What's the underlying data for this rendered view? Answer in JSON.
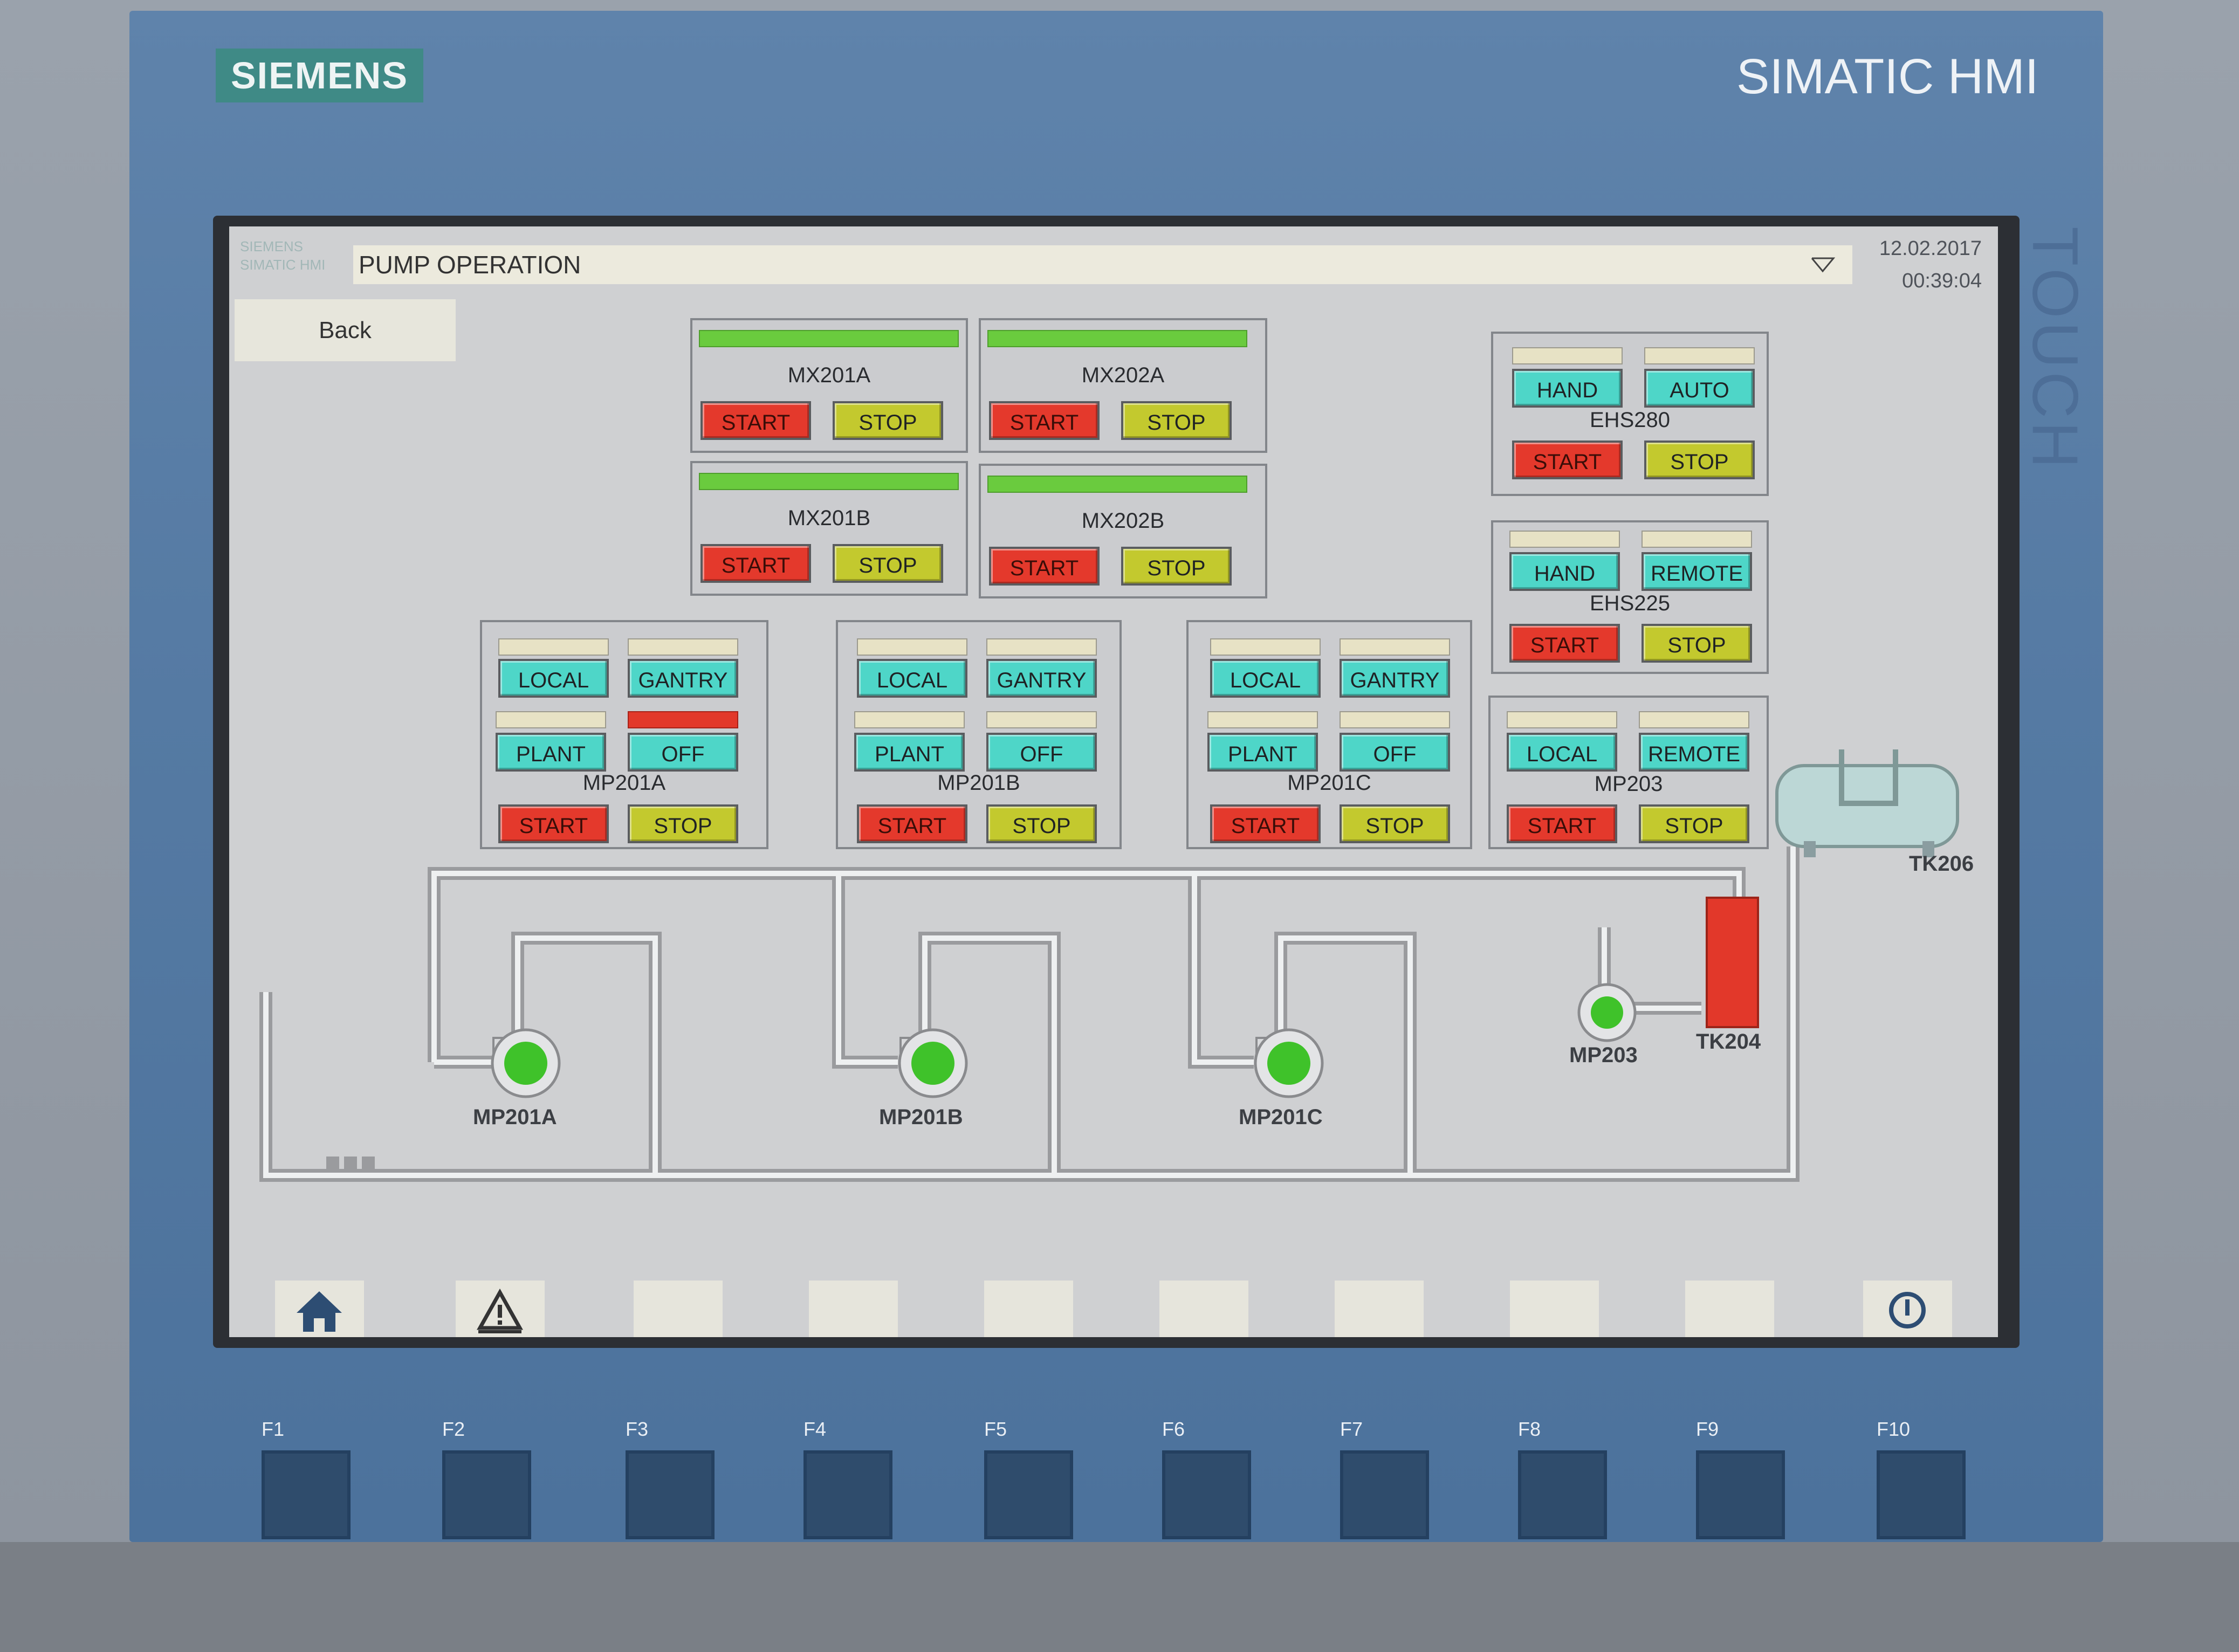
{
  "device": {
    "brand": "SIEMENS",
    "model": "SIMATIC HMI",
    "touch_label": "TOUCH",
    "header_logo": [
      "SIEMENS",
      "SIMATIC HMI"
    ]
  },
  "header": {
    "title": "PUMP OPERATION",
    "date": "12.02.2017",
    "time": "00:39:04",
    "back_label": "Back"
  },
  "buttons": {
    "start": "START",
    "stop": "STOP",
    "hand": "HAND",
    "auto": "AUTO",
    "remote": "REMOTE",
    "local": "LOCAL",
    "gantry": "GANTRY",
    "plant": "PLANT",
    "off": "OFF"
  },
  "mixers": [
    {
      "name": "MX201A",
      "running": true
    },
    {
      "name": "MX202A",
      "running": true
    },
    {
      "name": "MX201B",
      "running": true
    },
    {
      "name": "MX202B",
      "running": true
    }
  ],
  "heaters": [
    {
      "name": "EHS280"
    },
    {
      "name": "EHS225"
    }
  ],
  "pumps": [
    {
      "name": "MP201A",
      "off_alarm": true
    },
    {
      "name": "MP201B",
      "off_alarm": false
    },
    {
      "name": "MP201C",
      "off_alarm": false
    }
  ],
  "mp203": {
    "name": "MP203"
  },
  "diagram": {
    "tags": [
      "MP201A",
      "MP201B",
      "MP201C",
      "MP203",
      "TK204",
      "TK206"
    ]
  },
  "softkeys": {
    "home": "home-icon",
    "alarm": "alarm-warning-icon",
    "info": "power-info-icon"
  },
  "fkeys": [
    "F1",
    "F2",
    "F3",
    "F4",
    "F5",
    "F6",
    "F7",
    "F8",
    "F9",
    "F10"
  ],
  "colors": {
    "start": "#e4392c",
    "stop": "#c3c92e",
    "mode": "#4ed6c8",
    "running": "#6acb3e",
    "tank_alarm": "#e2382a"
  }
}
